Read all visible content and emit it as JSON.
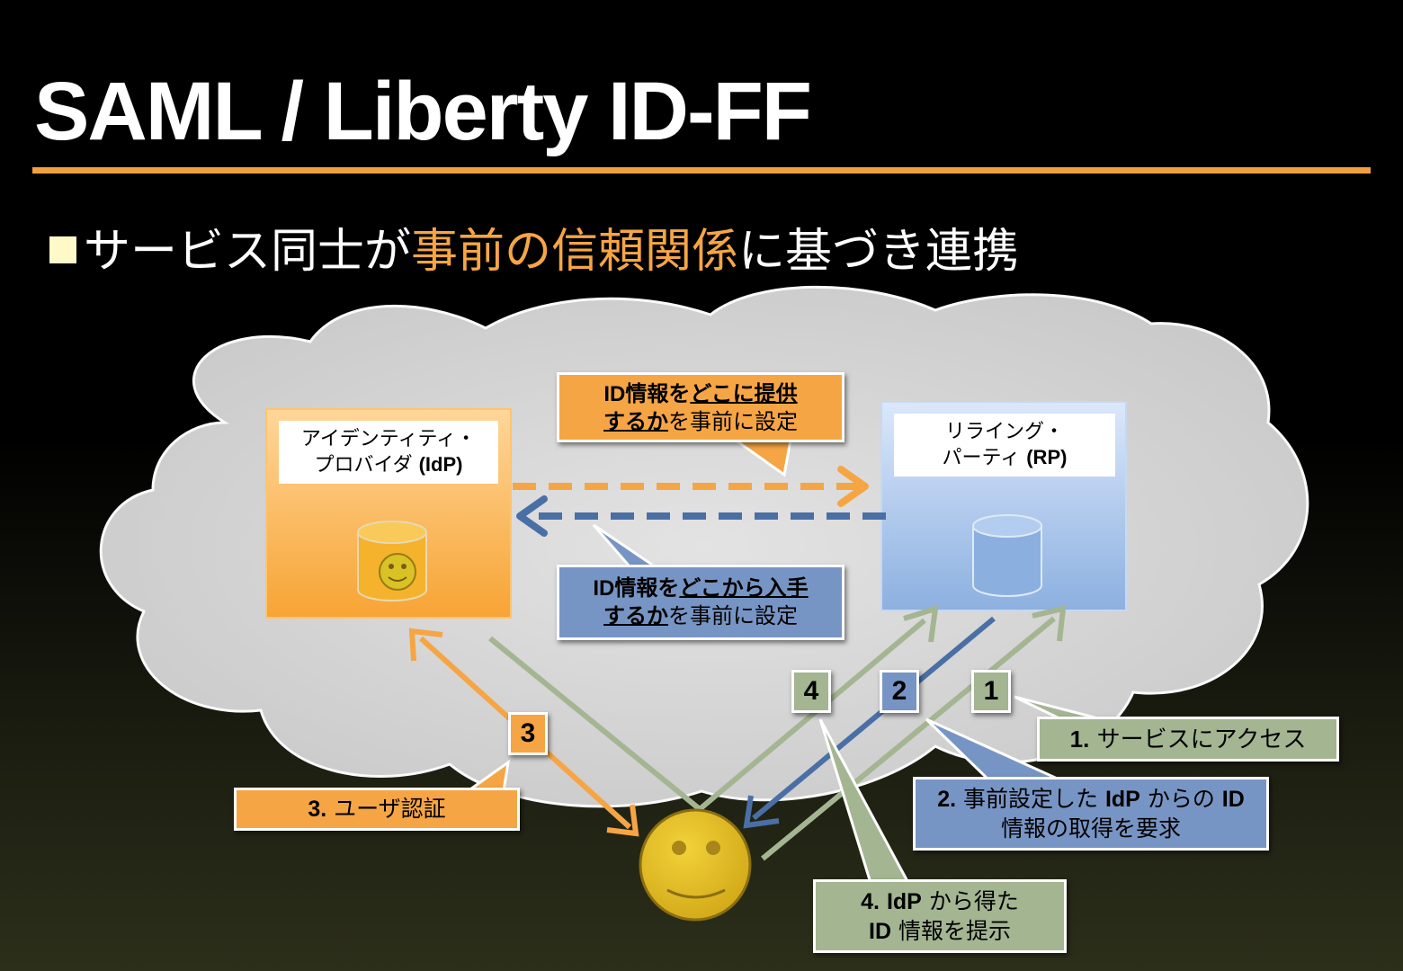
{
  "title": "SAML / Liberty ID-FF",
  "bullet": {
    "before": "サービス同士が",
    "highlight": "事前の信頼関係",
    "after": "に基づき連携"
  },
  "idp": {
    "line1": "アイデンティティ・",
    "line2_jp": "プロバイダ",
    "line2_abbr": "(IdP)"
  },
  "rp": {
    "line1": "リライング・",
    "line2_jp": "パーティ",
    "line2_abbr": "(RP)"
  },
  "callout_idp": {
    "pre": "ID情報を",
    "u1": "どこに提供",
    "u2": "するか",
    "post": "を事前に設定"
  },
  "callout_rp": {
    "pre": "ID情報を",
    "u1": "どこから入手",
    "u2": "するか",
    "post": "を事前に設定"
  },
  "steps": {
    "n1": "1",
    "n2": "2",
    "n3": "3",
    "n4": "4",
    "s1_num": "1.",
    "s1_text": "サービスにアクセス",
    "s2_num": "2.",
    "s2_text_a": "事前設定した",
    "s2_idp": "IdP",
    "s2_text_b": "からの",
    "s2_id": "ID",
    "s2_line2": "情報の取得を要求",
    "s3_num": "3.",
    "s3_text": "ユーザ認証",
    "s4_num": "4.",
    "s4_idp": "IdP",
    "s4_text_a": "から得た",
    "s4_id": "ID",
    "s4_line2": "情報を提示"
  },
  "colors": {
    "orange": "#f6a545",
    "blue": "#4a6fa5",
    "green": "#a4b592",
    "cloud": "#d6d6d6",
    "accent": "#f0a040"
  }
}
